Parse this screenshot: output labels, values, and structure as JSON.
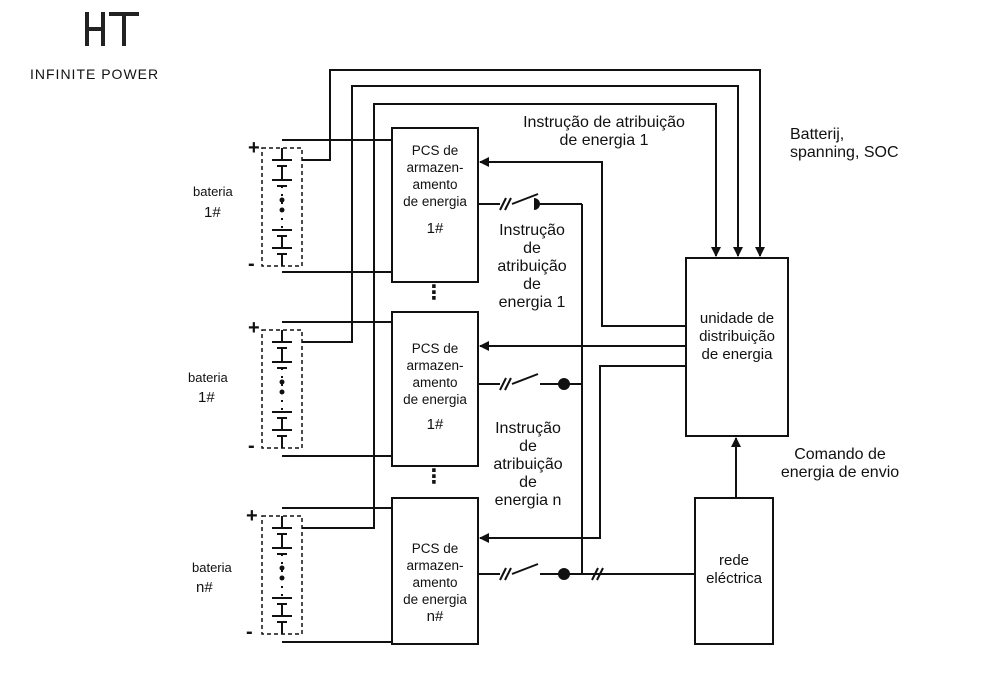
{
  "logo": {
    "mark": "HT",
    "subtitle": "INFINITE POWER"
  },
  "batteries": [
    {
      "label": "bateria",
      "id": "1#",
      "plus": "+",
      "minus": "-"
    },
    {
      "label": "bateria",
      "id": "1#",
      "plus": "+",
      "minus": "-"
    },
    {
      "label": "bateria",
      "id": "n#",
      "plus": "+",
      "minus": "-"
    }
  ],
  "pcs": [
    {
      "line1": "PCS de",
      "line2": "armazen-",
      "line3": "amento",
      "line4": "de energia",
      "id": "1#"
    },
    {
      "line1": "PCS de",
      "line2": "armazen-",
      "line3": "amento",
      "line4": "de energia",
      "id": "1#"
    },
    {
      "line1": "PCS de",
      "line2": "armazen-",
      "line3": "amento",
      "line4": "de energia",
      "id": "n#"
    }
  ],
  "labels": {
    "top_instruction_1": "Instrução de atribuição",
    "top_instruction_2": "de energia 1",
    "battery_info_1": "Batterij,",
    "battery_info_2": "spanning, SOC",
    "mid1_l1": "Instrução",
    "mid1_l2": "de",
    "mid1_l3": "atribuição",
    "mid1_l4": "de",
    "mid1_l5": "energia 1",
    "mid2_l1": "Instrução",
    "mid2_l2": "de",
    "mid2_l3": "atribuição",
    "mid2_l4": "de",
    "mid2_l5": "energia n",
    "dispatch_1": "Comando de",
    "dispatch_2": "energia de envio",
    "unit_1": "unidade de",
    "unit_2": "distribuição",
    "unit_3": "de energia",
    "grid_1": "rede",
    "grid_2": "eléctrica",
    "ellipsis": "⋮"
  },
  "colors": {
    "line": "#111111",
    "background": "#ffffff"
  }
}
